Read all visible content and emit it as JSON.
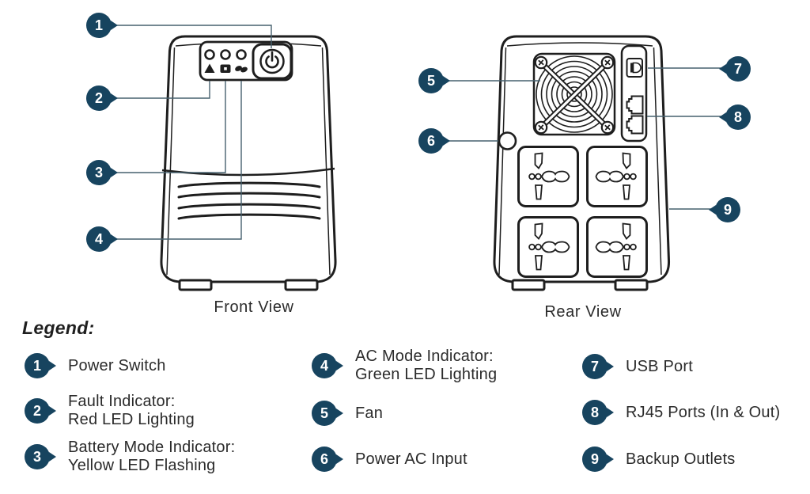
{
  "page": {
    "front_caption": "Front View",
    "rear_caption": "Rear View",
    "legend_title": "Legend:"
  },
  "legend": {
    "items": [
      {
        "num": "1",
        "line1": "Power Switch",
        "line2": ""
      },
      {
        "num": "2",
        "line1": "Fault Indicator:",
        "line2": "Red LED Lighting"
      },
      {
        "num": "3",
        "line1": "Battery Mode Indicator:",
        "line2": "Yellow LED Flashing"
      },
      {
        "num": "4",
        "line1": "AC Mode Indicator:",
        "line2": "Green LED Lighting"
      },
      {
        "num": "5",
        "line1": "Fan",
        "line2": ""
      },
      {
        "num": "6",
        "line1": "Power AC Input",
        "line2": ""
      },
      {
        "num": "7",
        "line1": "USB Port",
        "line2": ""
      },
      {
        "num": "8",
        "line1": "RJ45 Ports (In & Out)",
        "line2": ""
      },
      {
        "num": "9",
        "line1": "Backup Outlets",
        "line2": ""
      }
    ]
  },
  "colors": {
    "badge": "#17445f",
    "callout_line": "#47616f",
    "device_outline": "#1e1e1e",
    "text": "#2b2b2b",
    "background": "#ffffff"
  }
}
